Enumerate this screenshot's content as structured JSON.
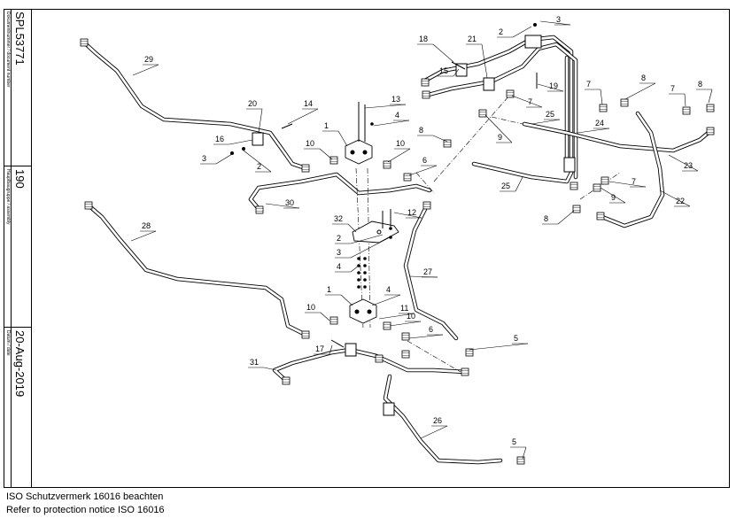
{
  "title_block": {
    "doc_label": "Dokumentnummer / document number",
    "doc_value": "SPL53771",
    "assembly_label": "Hauptbaugruppe / assembly",
    "assembly_value": "190",
    "date_label": "Datum / date",
    "date_value": "20-Aug-2019"
  },
  "footer": {
    "line1": "ISO Schutzvermerk 16016 beachten",
    "line2": "Refer to protection notice ISO 16016"
  },
  "callouts": [
    {
      "id": "c29",
      "text": "29"
    },
    {
      "id": "c20",
      "text": "20"
    },
    {
      "id": "c14",
      "text": "14"
    },
    {
      "id": "c16",
      "text": "16"
    },
    {
      "id": "c3a",
      "text": "3"
    },
    {
      "id": "c2a",
      "text": "2"
    },
    {
      "id": "c1a",
      "text": "1"
    },
    {
      "id": "c13",
      "text": "13"
    },
    {
      "id": "c4a",
      "text": "4"
    },
    {
      "id": "c10a",
      "text": "10"
    },
    {
      "id": "c10b",
      "text": "10"
    },
    {
      "id": "c6a",
      "text": "6"
    },
    {
      "id": "c30",
      "text": "30"
    },
    {
      "id": "c8a",
      "text": "8"
    },
    {
      "id": "c18",
      "text": "18"
    },
    {
      "id": "c21",
      "text": "21"
    },
    {
      "id": "c2b",
      "text": "2"
    },
    {
      "id": "c3b",
      "text": "3"
    },
    {
      "id": "c15",
      "text": "15"
    },
    {
      "id": "c19",
      "text": "19"
    },
    {
      "id": "c7a",
      "text": "7"
    },
    {
      "id": "c9a",
      "text": "9"
    },
    {
      "id": "c25a",
      "text": "25"
    },
    {
      "id": "c24",
      "text": "24"
    },
    {
      "id": "c7b",
      "text": "7"
    },
    {
      "id": "c8b",
      "text": "8"
    },
    {
      "id": "c7c",
      "text": "7"
    },
    {
      "id": "c8c",
      "text": "8"
    },
    {
      "id": "c23",
      "text": "23"
    },
    {
      "id": "c25b",
      "text": "25"
    },
    {
      "id": "c7d",
      "text": "7"
    },
    {
      "id": "c9b",
      "text": "9"
    },
    {
      "id": "c8d",
      "text": "8"
    },
    {
      "id": "c22",
      "text": "22"
    },
    {
      "id": "c28",
      "text": "28"
    },
    {
      "id": "c32",
      "text": "32"
    },
    {
      "id": "c12",
      "text": "12"
    },
    {
      "id": "c2c",
      "text": "2"
    },
    {
      "id": "c3c",
      "text": "3"
    },
    {
      "id": "c4b",
      "text": "4"
    },
    {
      "id": "c27",
      "text": "27"
    },
    {
      "id": "c1b",
      "text": "1"
    },
    {
      "id": "c4c",
      "text": "4"
    },
    {
      "id": "c11",
      "text": "11"
    },
    {
      "id": "c10c",
      "text": "10"
    },
    {
      "id": "c10d",
      "text": "10"
    },
    {
      "id": "c6b",
      "text": "6"
    },
    {
      "id": "c5a",
      "text": "5"
    },
    {
      "id": "c17",
      "text": "17"
    },
    {
      "id": "c31",
      "text": "31"
    },
    {
      "id": "c26",
      "text": "26"
    },
    {
      "id": "c5b",
      "text": "5"
    }
  ]
}
